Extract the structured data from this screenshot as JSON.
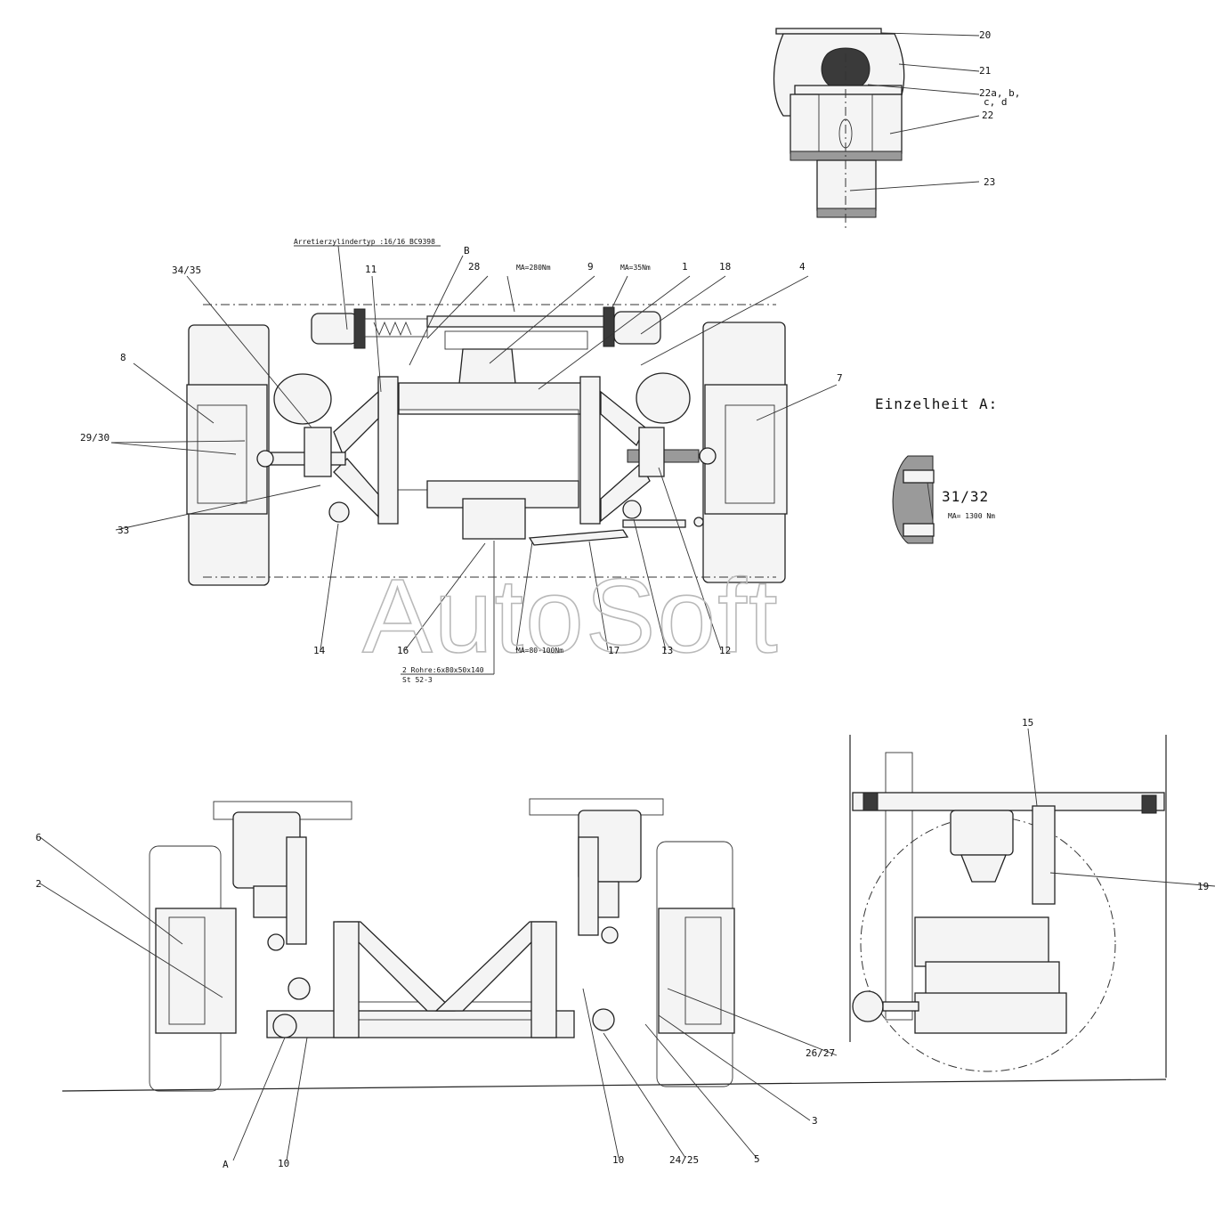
{
  "watermark": "AutoSoft",
  "labels": {
    "l20": "20",
    "l21": "21",
    "l22a_1": "22a, b,",
    "l22a_2": "c, d",
    "l22": "22",
    "l23": "23",
    "arretier": "Arretierzylindertyp :16/16  BC9398",
    "lB": "B",
    "l34_35": "34/35",
    "l11": "11",
    "l28": "28",
    "m280": "MA=280Nm",
    "l9": "9",
    "m35": "MA=35Nm",
    "l1": "1",
    "l18": "18",
    "l4": "4",
    "l8": "8",
    "l7": "7",
    "einzelheit": "Einzelheit A:",
    "l29_30": "29/30",
    "l31_32": "31/32",
    "m1300": "MA= 1300 Nm",
    "l33": "33",
    "l14": "14",
    "l16": "16",
    "m80_100": "MA=80-100Nm",
    "l17": "17",
    "l13": "13",
    "l12": "12",
    "rohre": "2 Rohre:6x80x50x140",
    "st52": "St 52-3",
    "l15": "15",
    "l6": "6",
    "l2": "2",
    "l19": "19",
    "l26_27": "26/27",
    "l3": "3",
    "l5": "5",
    "lA": "A",
    "l10a": "10",
    "l10b": "10",
    "l24_25": "24/25"
  }
}
